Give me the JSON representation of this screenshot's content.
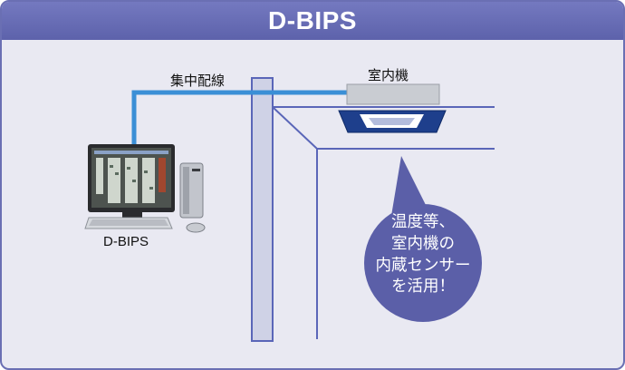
{
  "header": {
    "title": "D-BIPS"
  },
  "labels": {
    "central_wiring": "集中配線",
    "indoor_unit": "室内機",
    "computer": "D-BIPS"
  },
  "bubble": {
    "lines": [
      "温度等、",
      "室内機の",
      "内蔵センサー",
      "を活用！"
    ]
  },
  "colors": {
    "frame": "#6a6fb3",
    "header": "#5d62ab",
    "background": "#e9e9f2",
    "wiring": "#3b8fd6",
    "bubble": "#5b5fa8",
    "building_lines": "#5a66b8"
  }
}
